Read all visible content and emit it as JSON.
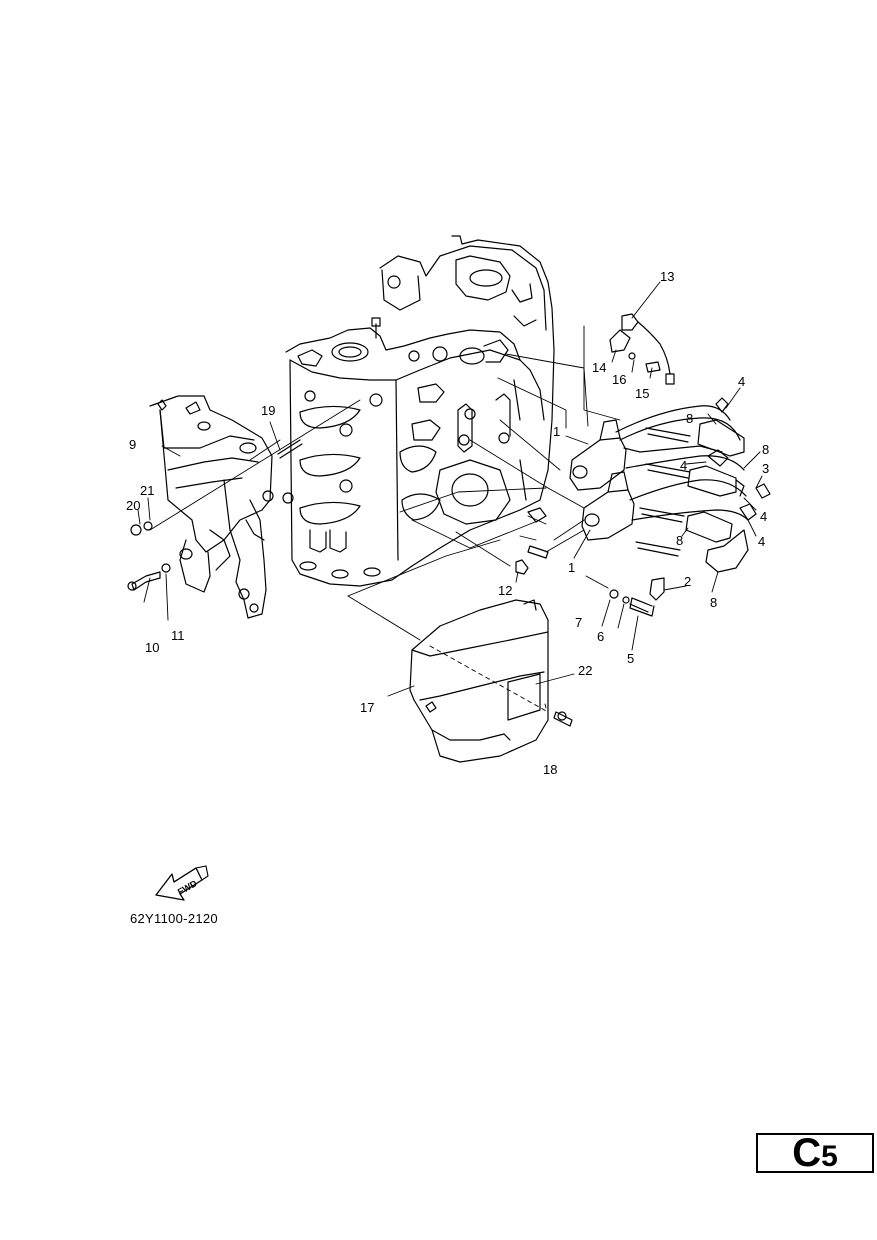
{
  "callouts": [
    "1",
    "1",
    "2",
    "3",
    "4",
    "4",
    "4",
    "4",
    "5",
    "6",
    "7",
    "8",
    "8",
    "8",
    "8",
    "9",
    "10",
    "11",
    "12",
    "13",
    "14",
    "15",
    "16",
    "17",
    "18",
    "19",
    "20",
    "21",
    "22"
  ],
  "fwd_label": "FWD",
  "doc_code": "62Y1100-2120",
  "page_tag": {
    "letter": "C",
    "number": "5"
  }
}
